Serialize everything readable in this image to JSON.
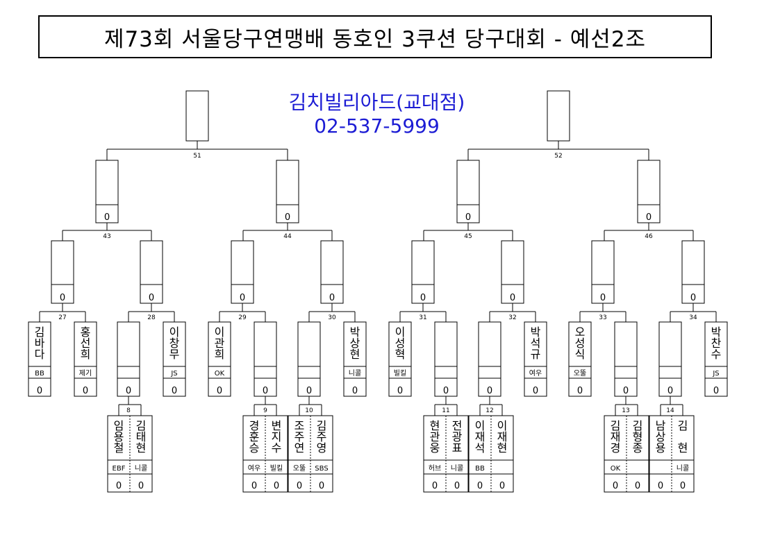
{
  "title": "제73회 서울당구연맹배 동호인 3쿠션 당구대회 - 예선2조",
  "venue": {
    "name": "김치빌리아드(교대점)",
    "phone": "02-537-5999"
  },
  "score_mark": "0",
  "players_round1": [
    {
      "match": "27",
      "name": "김바다",
      "club": "BB"
    },
    {
      "match": "27",
      "name": "홍선희",
      "club": "제기"
    },
    {
      "match": "28",
      "name": "",
      "club": ""
    },
    {
      "match": "28",
      "name": "이창무",
      "club": "JS"
    },
    {
      "match": "29",
      "name": "이관희",
      "club": "OK"
    },
    {
      "match": "29",
      "name": "",
      "club": ""
    },
    {
      "match": "30",
      "name": "",
      "club": ""
    },
    {
      "match": "30",
      "name": "박상현",
      "club": "니콜"
    },
    {
      "match": "31",
      "name": "이성혁",
      "club": "빌킬"
    },
    {
      "match": "31",
      "name": "",
      "club": ""
    },
    {
      "match": "32",
      "name": "",
      "club": ""
    },
    {
      "match": "32",
      "name": "박석규",
      "club": "여우"
    },
    {
      "match": "33",
      "name": "오성식",
      "club": "오뚤"
    },
    {
      "match": "33",
      "name": "",
      "club": ""
    },
    {
      "match": "34",
      "name": "",
      "club": ""
    },
    {
      "match": "34",
      "name": "박찬수",
      "club": "JS"
    }
  ],
  "players_round0": [
    {
      "match": "8",
      "name": "임용철",
      "club": "EBF"
    },
    {
      "match": "8",
      "name": "김태현",
      "club": "니콜"
    },
    {
      "match": "9",
      "name": "경훈승",
      "club": "여우"
    },
    {
      "match": "9",
      "name": "변지수",
      "club": "빌킬"
    },
    {
      "match": "10",
      "name": "조주연",
      "club": "오뚤"
    },
    {
      "match": "10",
      "name": "김주영",
      "club": "SBS"
    },
    {
      "match": "11",
      "name": "현관웅",
      "club": "허브"
    },
    {
      "match": "11",
      "name": "전광표",
      "club": "니콜"
    },
    {
      "match": "12",
      "name": "이재석",
      "club": "BB"
    },
    {
      "match": "12",
      "name": "이재현",
      "club": ""
    },
    {
      "match": "13",
      "name": "김재경",
      "club": "OK"
    },
    {
      "match": "13",
      "name": "김형종",
      "club": ""
    },
    {
      "match": "14",
      "name": "남상용",
      "club": ""
    },
    {
      "match": "14",
      "name": "김 현",
      "club": "니콜"
    }
  ],
  "match_numbers": {
    "round0": [
      "8",
      "9",
      "10",
      "11",
      "12",
      "13",
      "14"
    ],
    "round1": [
      "27",
      "28",
      "29",
      "30",
      "31",
      "32",
      "33",
      "34"
    ],
    "round2": [
      "43",
      "44",
      "45",
      "46"
    ],
    "round3": [
      "51",
      "52"
    ]
  }
}
